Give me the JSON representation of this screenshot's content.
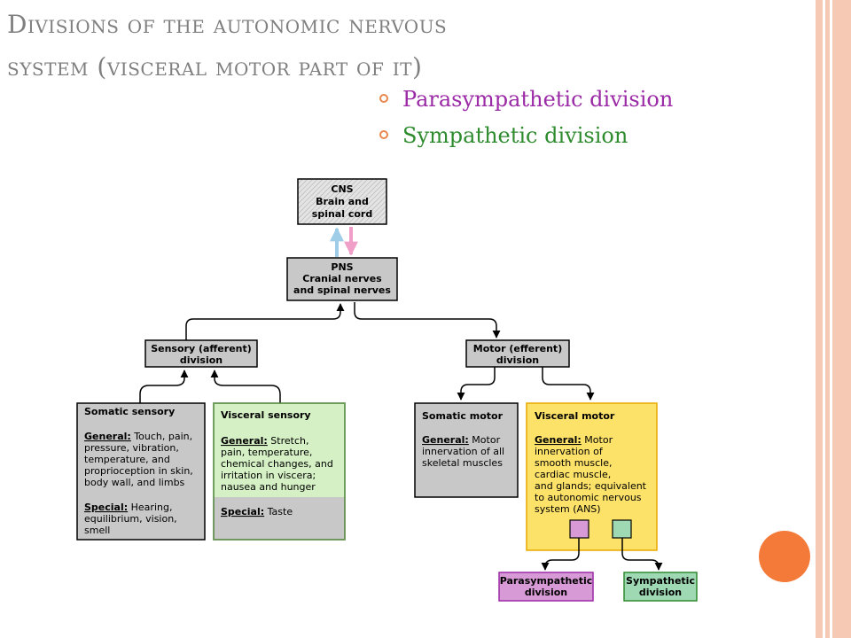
{
  "slide": {
    "title_line1": "Divisions of the autonomic nervous",
    "title_line2": "system (visceral motor part of it)"
  },
  "bullets": [
    {
      "label": "Parasympathetic division",
      "color": "#9b2aa6"
    },
    {
      "label": "Sympathetic division",
      "color": "#2e8b2e"
    }
  ],
  "diagram": {
    "cns": {
      "title": "CNS",
      "lines": [
        "Brain and",
        "spinal cord"
      ]
    },
    "pns": {
      "title": "PNS",
      "lines": [
        "Cranial nerves",
        "and spinal nerves"
      ]
    },
    "sensory": {
      "lines": [
        "Sensory (afferent)",
        "division"
      ]
    },
    "motor": {
      "lines": [
        "Motor (efferent)",
        "division"
      ]
    },
    "somatic_sensory": {
      "title": "Somatic sensory",
      "general_label": "General:",
      "general_lines": [
        " Touch, pain,",
        "pressure, vibration,",
        "temperature, and",
        "proprioception in skin,",
        "body wall, and limbs"
      ],
      "special_label": "Special:",
      "special_lines": [
        " Hearing,",
        "equilibrium, vision,",
        "smell"
      ]
    },
    "visceral_sensory": {
      "title": "Visceral sensory",
      "general_label": "General:",
      "general_lines": [
        " Stretch,",
        "pain, temperature,",
        "chemical changes, and",
        "irritation in viscera;",
        "nausea and hunger"
      ],
      "special_label": "Special:",
      "special_lines": [
        " Taste"
      ]
    },
    "somatic_motor": {
      "title": "Somatic motor",
      "general_label": "General:",
      "general_lines": [
        " Motor",
        "innervation of all",
        "skeletal muscles"
      ]
    },
    "visceral_motor": {
      "title": "Visceral motor",
      "general_label": "General:",
      "general_lines": [
        " Motor",
        "innervation of",
        "smooth muscle,",
        "cardiac muscle,",
        "and glands; equivalent",
        "to autonomic nervous",
        "system (ANS)"
      ]
    },
    "parasympathetic": {
      "lines": [
        "Parasympathetic",
        "division"
      ]
    },
    "sympathetic": {
      "lines": [
        "Sympathetic",
        "division"
      ]
    }
  },
  "colors": {
    "gray_box": "#c8c8c8",
    "green_box": "#d4f0c4",
    "yellow_box": "#fde26a",
    "purple_box": "#d89ad6",
    "teal_box": "#9fd9b4",
    "accent": "#f47a3a",
    "arrow_up": "#9fcde8",
    "arrow_down": "#f0a0c8"
  }
}
